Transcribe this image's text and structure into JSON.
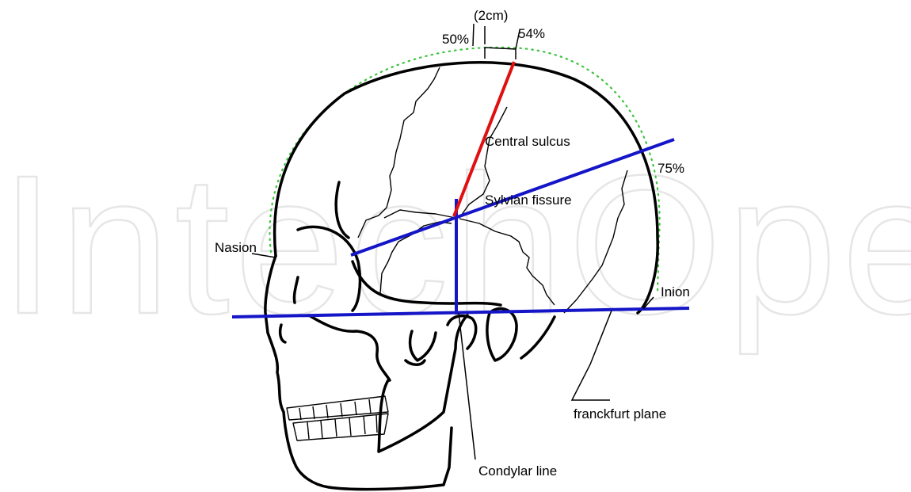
{
  "watermark": "IntechOpen",
  "labels": {
    "two_cm": "(2cm)",
    "pct_50": "50%",
    "pct_54": "54%",
    "pct_75": "75%",
    "central_sulcus": "Central sulcus",
    "sylvian_fissure": "Sylvian fissure",
    "nasion": "Nasion",
    "inion": "Inion",
    "franckfurt_plane": "franckfurt plane",
    "condylar_line": "Condylar line"
  },
  "colors": {
    "central_sulcus_line": "#e01010",
    "sylvian_line": "#1515c8",
    "condylar_line": "#1515c8",
    "franckfurt_line": "#1515c8",
    "arc": "#3ec43e"
  }
}
